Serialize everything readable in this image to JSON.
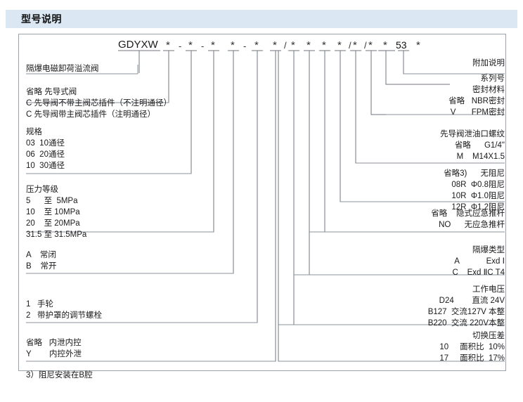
{
  "header": {
    "title": "型号说明"
  },
  "model_code": {
    "prefix": "GDYXW",
    "tokens": [
      {
        "t": "*"
      },
      {
        "t": "-"
      },
      {
        "t": "*"
      },
      {
        "t": "-"
      },
      {
        "t": "*"
      },
      {
        "t": "*"
      },
      {
        "t": "-"
      },
      {
        "t": "*"
      },
      {
        "t": "*"
      },
      {
        "t": "/"
      },
      {
        "t": "*"
      },
      {
        "t": "*"
      },
      {
        "t": "*"
      },
      {
        "t": "*"
      },
      {
        "t": "/"
      },
      {
        "t": "*"
      },
      {
        "t": "/"
      },
      {
        "t": "*"
      },
      {
        "t": "*"
      },
      {
        "t": "53"
      },
      {
        "t": "*"
      }
    ],
    "series_number": "53"
  },
  "left_groups": [
    {
      "name": "product-name",
      "lines": [
        "隔爆电磁卸荷溢流阀"
      ]
    },
    {
      "name": "pilot-type",
      "lines": [
        "省略 先导式阀",
        "C 先导阀不带主阀芯插件（不注明通径）",
        "C 先导阀带主阀芯插件（注明通径）"
      ]
    },
    {
      "name": "specification",
      "lines": [
        "规格",
        "03  10通径",
        "06  20通径",
        "10  30通径"
      ]
    },
    {
      "name": "pressure-rating",
      "lines": [
        "压力等级",
        "5      至  5MPa",
        "10    至 10MPa",
        "20    至 20MPa",
        "31.5 至 31.5MPa"
      ]
    },
    {
      "name": "normally-open-closed",
      "lines": [
        "A    常闭",
        "B    常开"
      ]
    },
    {
      "name": "adjustment-type",
      "lines": [
        "1   手轮",
        "2   带护罩的调节螺栓"
      ]
    },
    {
      "name": "drain-control",
      "lines": [
        "省略   内泄内控",
        "Y        内控外泄"
      ]
    }
  ],
  "footnote": "3）阻尼安装在B腔",
  "right_groups": [
    {
      "name": "additional-description",
      "lines": [
        "附加说明"
      ]
    },
    {
      "name": "series-number",
      "lines": [
        "系列号"
      ]
    },
    {
      "name": "seal-material",
      "lines": [
        "密封材料",
        "省略   NBR密封",
        "V       FPM密封"
      ]
    },
    {
      "name": "pilot-drain-thread",
      "lines": [
        "先导阀泄油口螺纹",
        "省略      G1/4\"",
        "M    M14X1.5"
      ]
    },
    {
      "name": "damping",
      "lines": [
        "省略3)      无阻尼",
        "08R  Φ0.8阻尼",
        "10R  Φ1.0阻尼",
        "12R  Φ1.2阻尼"
      ]
    },
    {
      "name": "emergency-push-rod",
      "lines": [
        "省略    隐式应急推杆",
        "NO      无应急推杆"
      ]
    },
    {
      "name": "explosion-proof-type",
      "lines": [
        "隔爆类型",
        "A            Exd Ⅰ",
        "C    Exd ⅡC T4"
      ]
    },
    {
      "name": "working-voltage",
      "lines": [
        "工作电压",
        "D24        直流 24V",
        "B127  交流127V 本整",
        "B220  交流 220V本整"
      ]
    },
    {
      "name": "switching-pressure-difference",
      "lines": [
        "切换压差",
        "10     面积比  10%",
        "17     面积比  17%"
      ]
    }
  ],
  "colors": {
    "header_bg": "#dbe8f4",
    "frame_border": "#9aa3ab",
    "line": "#6f767d",
    "text": "#1a1a1a"
  }
}
